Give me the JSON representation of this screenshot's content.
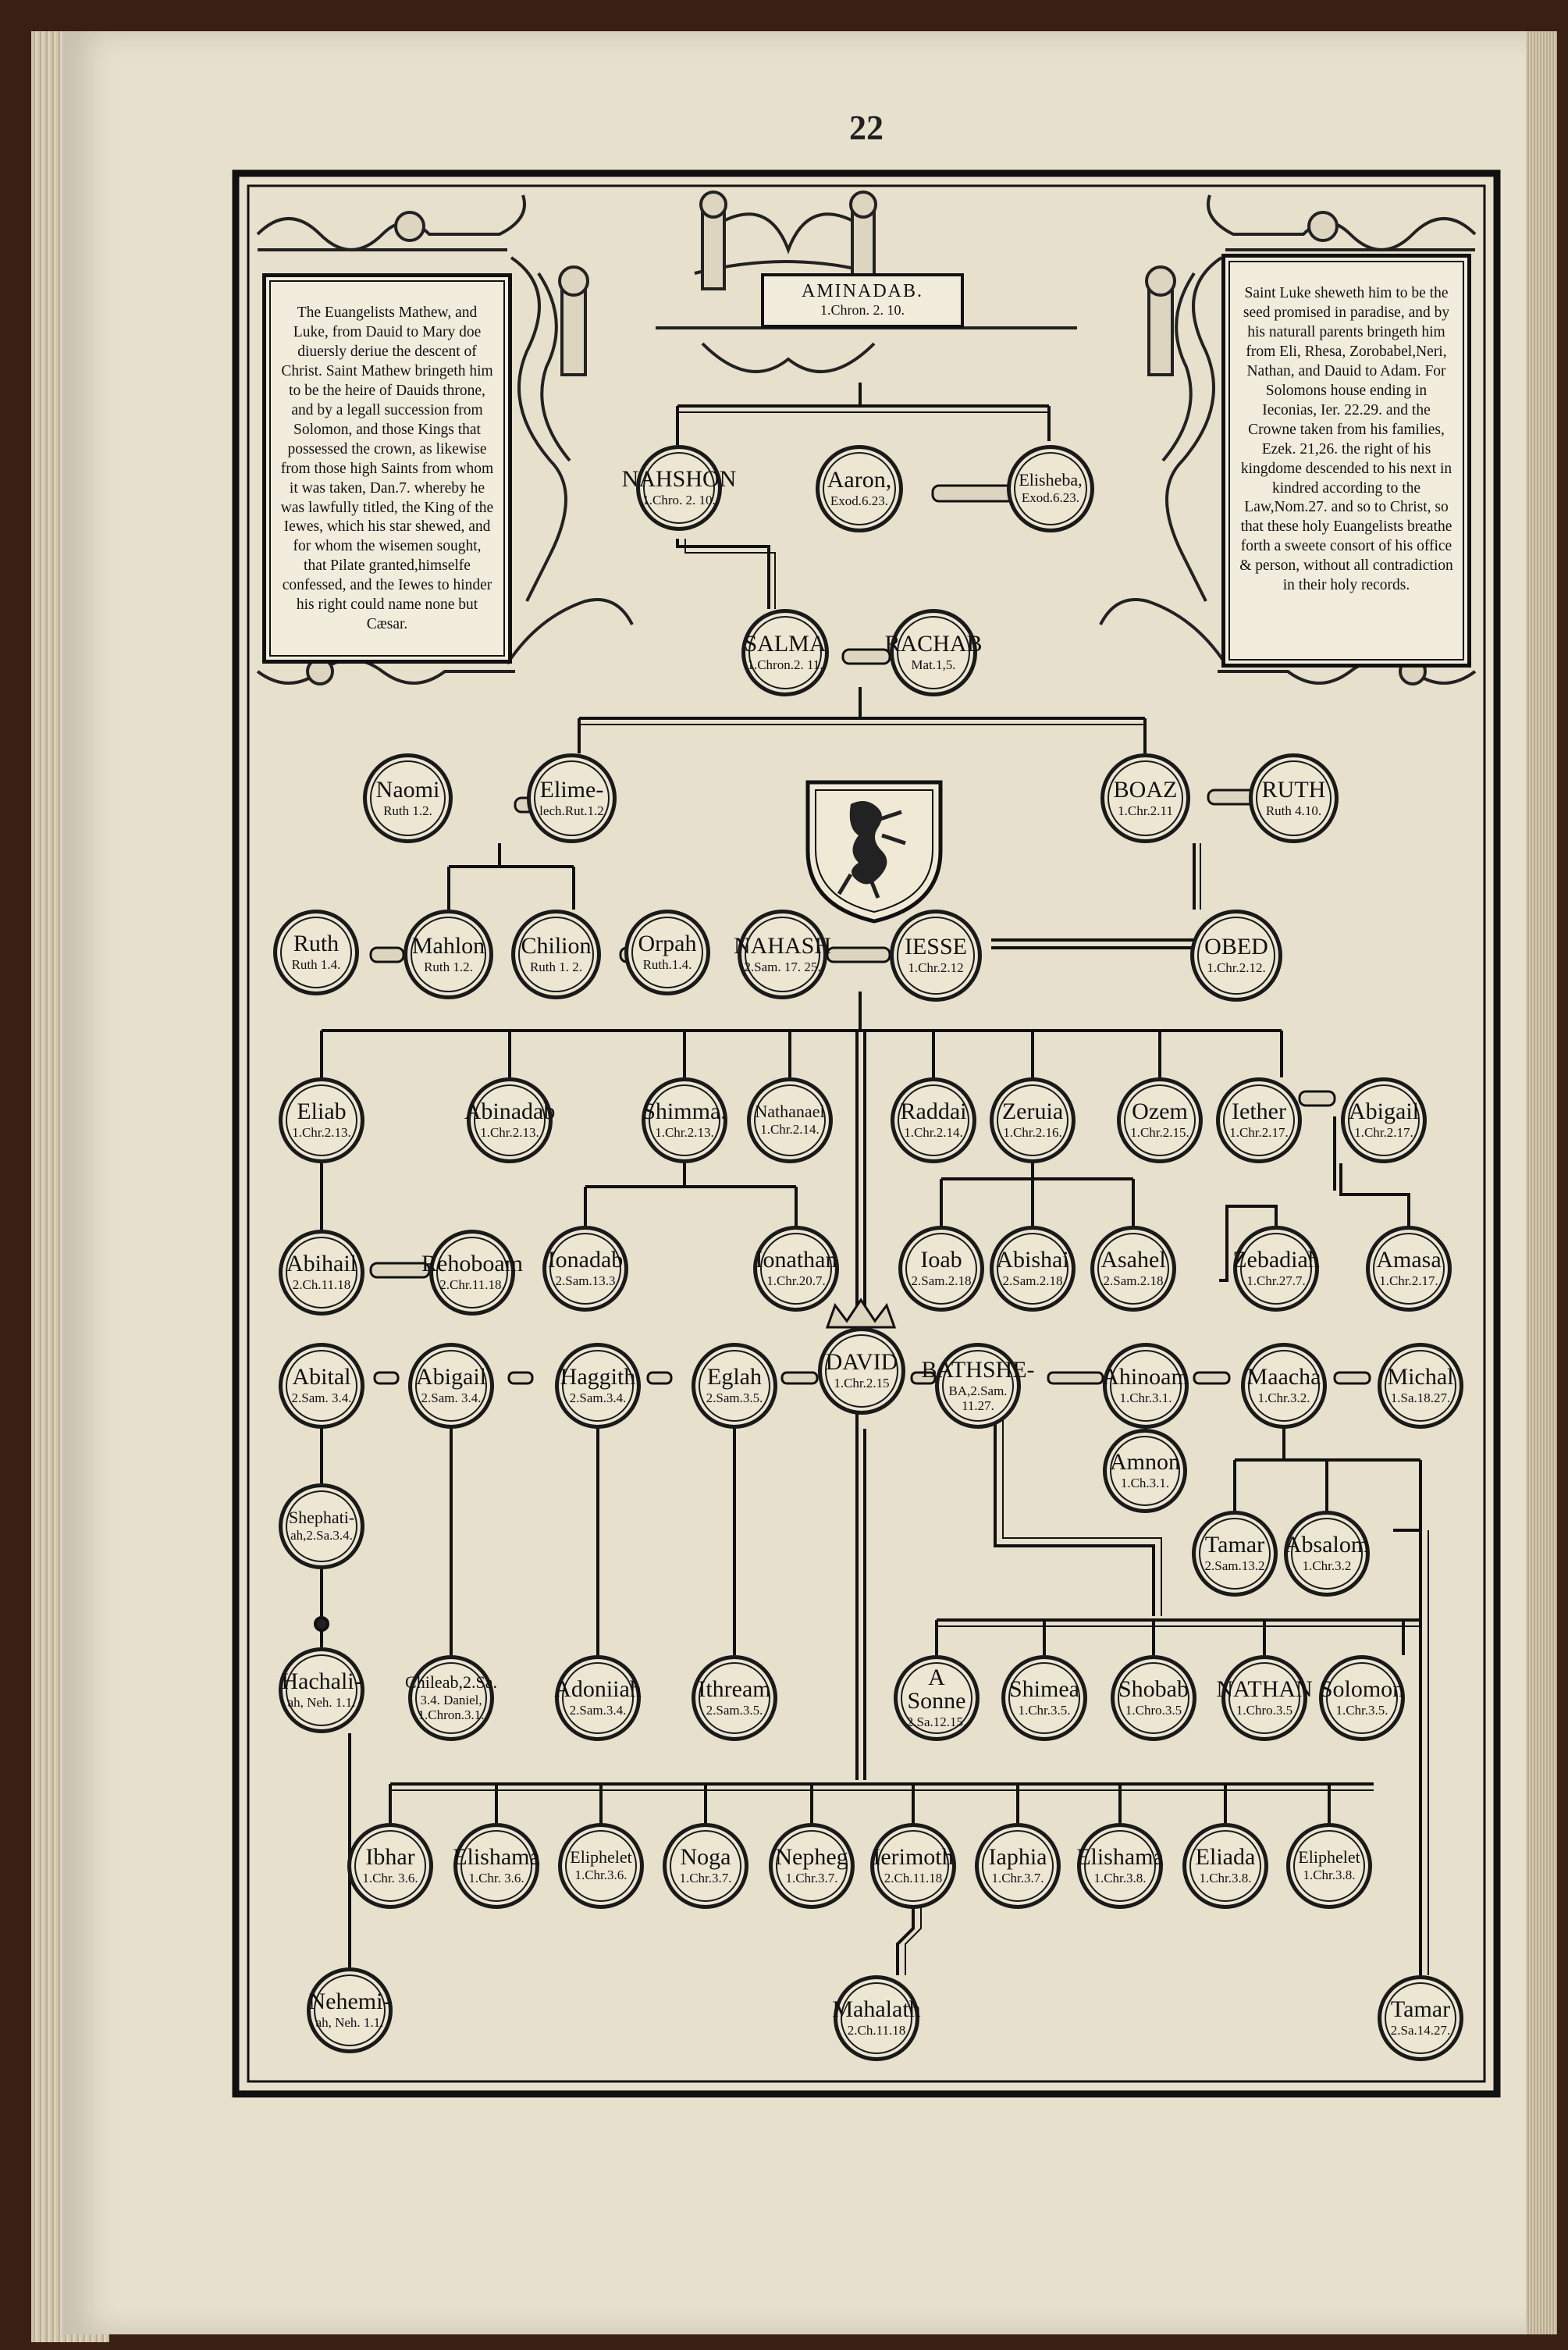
{
  "page_number": "22",
  "left_text": "The Euangelists Mathew, and Luke, from Dauid to Mary doe diuersly deriue the descent of Christ. Saint Mathew bringeth him to be the heire of Dauids throne, and by a legall succession from Solomon, and those Kings that possessed the crown, as likewise from those high Saints from whom it was taken, Dan.7. whereby he was lawfully titled, the King of the Iewes, which his star shewed, and for whom the wisemen sought, that Pilate granted,himselfe confessed, and the Iewes to hinder his right could name none but Cæsar.",
  "right_text": "Saint Luke sheweth him to be the seed promised in paradise, and by his naturall parents bringeth him from Eli, Rhesa, Zorobabel,Neri, Nathan, and Dauid to Adam. For Solomons house ending in Ieconias, Ier. 22.29. and the Crowne taken from his families, Ezek. 21,26. the right of his kingdome descended to his next in kindred according to the Law,Nom.27. and so to Christ, so that these holy Euangelists breathe forth a sweete consort of his office & person, without all contradiction in their holy records.",
  "top_plaque": {
    "name": "AMINADAB.",
    "ref": "1.Chron. 2. 10."
  },
  "nodes": {
    "nahshon": {
      "name": "NAHSHON",
      "ref": "1.Chro. 2. 10."
    },
    "aaron": {
      "name": "Aaron,",
      "ref": "Exod.6.23."
    },
    "elisheba": {
      "name": "Elisheba,",
      "ref": "Exod.6.23."
    },
    "salma": {
      "name": "SALMA",
      "ref": "1.Chron.2. 11."
    },
    "rachab": {
      "name": "RACHAB",
      "ref": "Mat.1,5."
    },
    "naomi": {
      "name": "Naomi",
      "ref": "Ruth 1.2."
    },
    "elimelech": {
      "name": "Elime-",
      "ref": "lech.Rut.1.2"
    },
    "boaz": {
      "name": "BOAZ",
      "ref": "1.Chr.2.11"
    },
    "ruth_top": {
      "name": "RUTH",
      "ref": "Ruth 4.10."
    },
    "ruth": {
      "name": "Ruth",
      "ref": "Ruth 1.4."
    },
    "mahlon": {
      "name": "Mahlon",
      "ref": "Ruth 1.2."
    },
    "chilion": {
      "name": "Chilion",
      "ref": "Ruth 1. 2."
    },
    "orpah": {
      "name": "Orpah",
      "ref": "Ruth.1.4."
    },
    "nahash": {
      "name": "NAHASH",
      "ref": "2.Sam. 17. 25."
    },
    "iesse": {
      "name": "IESSE",
      "ref": "1.Chr.2.12"
    },
    "obed": {
      "name": "OBED",
      "ref": "1.Chr.2.12."
    },
    "eliab": {
      "name": "Eliab",
      "ref": "1.Chr.2.13."
    },
    "abinadab": {
      "name": "Abinadab",
      "ref": "1.Chr.2.13."
    },
    "shimma": {
      "name": "Shimma.",
      "ref": "1.Chr.2.13."
    },
    "nathanael": {
      "name": "Nathanael",
      "ref": "1.Chr.2.14."
    },
    "raddai": {
      "name": "Raddai",
      "ref": "1.Chr.2.14."
    },
    "zeruia": {
      "name": "Zeruia",
      "ref": "1.Chr.2.16."
    },
    "ozem": {
      "name": "Ozem",
      "ref": "1.Chr.2.15."
    },
    "iether": {
      "name": "Iether",
      "ref": "1.Chr.2.17."
    },
    "abigail_top": {
      "name": "Abigail",
      "ref": "1.Chr.2.17."
    },
    "abihail": {
      "name": "Abihail",
      "ref": "2.Ch.11.18"
    },
    "rehoboam": {
      "name": "Rehoboam",
      "ref": "2.Chr.11.18."
    },
    "ionadab": {
      "name": "Ionadab",
      "ref": "2.Sam.13.3"
    },
    "ionathan": {
      "name": "Ionathan",
      "ref": "1.Chr.20.7."
    },
    "ioab": {
      "name": "Ioab",
      "ref": "2.Sam.2.18"
    },
    "abishai": {
      "name": "Abishai",
      "ref": "2.Sam.2.18"
    },
    "asahel": {
      "name": "Asahel",
      "ref": "2.Sam.2.18"
    },
    "zebadiah": {
      "name": "Zebadiah",
      "ref": "1.Chr.27.7."
    },
    "amasa": {
      "name": "Amasa",
      "ref": "1.Chr.2.17."
    },
    "abital": {
      "name": "Abital",
      "ref": "2.Sam. 3.4."
    },
    "abigail": {
      "name": "Abigail",
      "ref": "2.Sam. 3.4."
    },
    "haggith": {
      "name": "Haggith",
      "ref": "2.Sam.3.4."
    },
    "eglah": {
      "name": "Eglah",
      "ref": "2.Sam.3.5."
    },
    "david": {
      "name": "DAVID",
      "ref": "1.Chr.2.15"
    },
    "bathsheba": {
      "name": "BATHSHE-",
      "ref": "BA,2.Sam. 11.27."
    },
    "ahinoam": {
      "name": "Ahinoam",
      "ref": "1.Chr.3.1."
    },
    "maacha": {
      "name": "Maacha",
      "ref": "1.Chr.3.2."
    },
    "michal": {
      "name": "Michal",
      "ref": "1.Sa.18.27."
    },
    "amnon": {
      "name": "Amnon",
      "ref": "1.Ch.3.1."
    },
    "shephatiah": {
      "name": "Shephati-",
      "ref": "ah,2.Sa.3.4."
    },
    "tamar_mid": {
      "name": "Tamar",
      "ref": "2.Sam.13.2"
    },
    "absalom": {
      "name": "Absalom",
      "ref": "1.Chr.3.2"
    },
    "hachaliah": {
      "name": "Hachali-",
      "ref": "ah, Neh. 1.1."
    },
    "chileab": {
      "name": "Chileab,2.Sa.",
      "ref": "3.4. Daniel, 1.Chron.3.1."
    },
    "adoniiah": {
      "name": "Adoniiah",
      "ref": "2.Sam.3.4."
    },
    "ithream": {
      "name": "Ithream",
      "ref": "2.Sam.3.5."
    },
    "asonne": {
      "name": "A Sonne",
      "ref": "2.Sa.12.15."
    },
    "shimea": {
      "name": "Shimea",
      "ref": "1.Chr.3.5."
    },
    "shobab": {
      "name": "Shobab",
      "ref": "1.Chro.3.5"
    },
    "nathan": {
      "name": "NATHAN",
      "ref": "1.Chro.3.5"
    },
    "solomon": {
      "name": "Solomon",
      "ref": "1.Chr.3.5."
    },
    "ibhar": {
      "name": "Ibhar",
      "ref": "1.Chr. 3.6."
    },
    "elishama1": {
      "name": "Elishama",
      "ref": "1.Chr. 3.6."
    },
    "eliphelet1": {
      "name": "Eliphelet",
      "ref": "1.Chr.3.6."
    },
    "noga": {
      "name": "Noga",
      "ref": "1.Chr.3.7."
    },
    "nepheg": {
      "name": "Nepheg",
      "ref": "1.Chr.3.7."
    },
    "ierimoth": {
      "name": "Ierimoth",
      "ref": "2.Ch.11.18"
    },
    "iaphia": {
      "name": "Iaphia",
      "ref": "1.Chr.3.7."
    },
    "elishama2": {
      "name": "Elishama",
      "ref": "1.Chr.3.8."
    },
    "eliada": {
      "name": "Eliada",
      "ref": "1.Chr.3.8."
    },
    "eliphelet2": {
      "name": "Eliphelet",
      "ref": "1.Chr.3.8."
    },
    "nehemiah": {
      "name": "Nehemi-",
      "ref": "ah, Neh. 1.1."
    },
    "mahalath": {
      "name": "Mahalath",
      "ref": "2.Ch.11.18"
    },
    "tamar_bottom": {
      "name": "Tamar",
      "ref": "2.Sa.14.27."
    }
  }
}
